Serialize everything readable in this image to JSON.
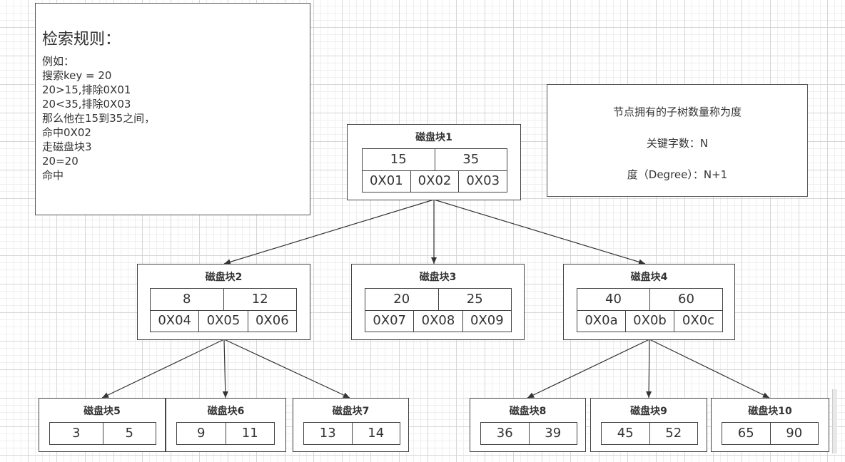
{
  "rules": {
    "title": "检索规则：",
    "lines": [
      "例如：",
      "搜索key = 20",
      "20>15,排除0X01",
      "20<35,排除0X03",
      "那么他在15到35之间，",
      "命中0X02",
      "走磁盘块3",
      "20=20",
      "命中"
    ]
  },
  "degree": {
    "line1": "节点拥有的子树数量称为度",
    "line2": "关键字数：N",
    "line3": "度（Degree）：N+1"
  },
  "nodes": {
    "n1": {
      "title": "磁盘块1",
      "keys": [
        "15",
        "35"
      ],
      "ptrs": [
        "0X01",
        "0X02",
        "0X03"
      ]
    },
    "n2": {
      "title": "磁盘块2",
      "keys": [
        "8",
        "12"
      ],
      "ptrs": [
        "0X04",
        "0X05",
        "0X06"
      ]
    },
    "n3": {
      "title": "磁盘块3",
      "keys": [
        "20",
        "25"
      ],
      "ptrs": [
        "0X07",
        "0X08",
        "0X09"
      ]
    },
    "n4": {
      "title": "磁盘块4",
      "keys": [
        "40",
        "60"
      ],
      "ptrs": [
        "0X0a",
        "0X0b",
        "0X0c"
      ]
    },
    "n5": {
      "title": "磁盘块5",
      "keys": [
        "3",
        "5"
      ]
    },
    "n6": {
      "title": "磁盘块6",
      "keys": [
        "9",
        "11"
      ]
    },
    "n7": {
      "title": "磁盘块7",
      "keys": [
        "13",
        "14"
      ]
    },
    "n8": {
      "title": "磁盘块8",
      "keys": [
        "36",
        "39"
      ]
    },
    "n9": {
      "title": "磁盘块9",
      "keys": [
        "45",
        "52"
      ]
    },
    "n10": {
      "title": "磁盘块10",
      "keys": [
        "65",
        "90"
      ]
    }
  }
}
